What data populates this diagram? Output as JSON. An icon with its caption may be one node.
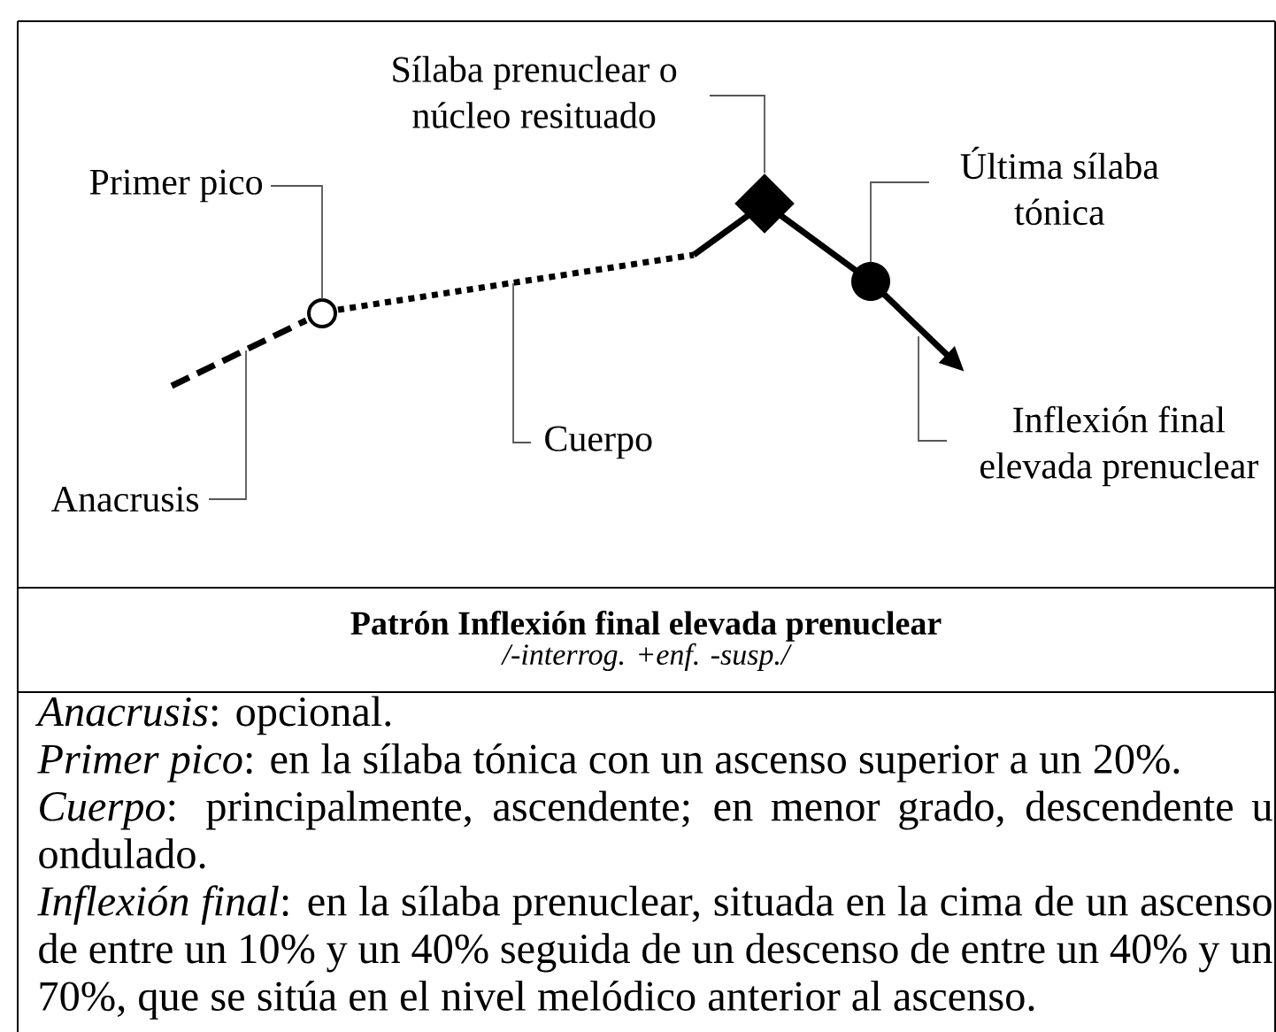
{
  "diagram": {
    "nodes": [
      {
        "text": [
          "Sílaba prenuclear o núcleo resituado"
        ]
      },
      {
        "text": [
          "Última sílaba tónica"
        ]
      },
      {
        "text": [
          "Primer pico"
        ]
      },
      {
        "text": [
          "Cuerpo"
        ]
      },
      {
        "text": [
          "Inflexión final elevada prenuclear"
        ]
      },
      {
        "text": [
          "Anacrusis"
        ]
      },
      {
        "text": [
          "Patrón Inflexión final elevada prenuclear",
          "/-interrog. +enf. -susp./"
        ]
      },
      {
        "text": [
          "*Anacrusis*: opcional.",
          "*Primer pico*: en la sílaba tónica con un ascenso superior a un 20%.",
          "*Cuerpo*: principalmente, ascendente; en menor grado, descendente u ondulado.",
          "*Inflexión final*: en la sílaba prenuclear, situada en la cima de un ascenso de entre un 10% y un 40% seguida de un descenso de entre un 40% y un 70%, que se sitúa en el nivel melódico anterior al ascenso."
        ]
      },
      {
        "text": [],
        "shape": "diamond"
      }
    ],
    "edges": [
      {
        "from": 0,
        "to": 8,
        "arrow": "none"
      },
      {
        "from": 1,
        "to": null,
        "arrow": "none"
      },
      {
        "from": 2,
        "to": null,
        "arrow": "none"
      },
      {
        "from": 3,
        "to": null,
        "arrow": "none"
      },
      {
        "from": 4,
        "to": null,
        "arrow": "none"
      },
      {
        "from": 5,
        "to": null,
        "arrow": "none"
      }
    ]
  }
}
